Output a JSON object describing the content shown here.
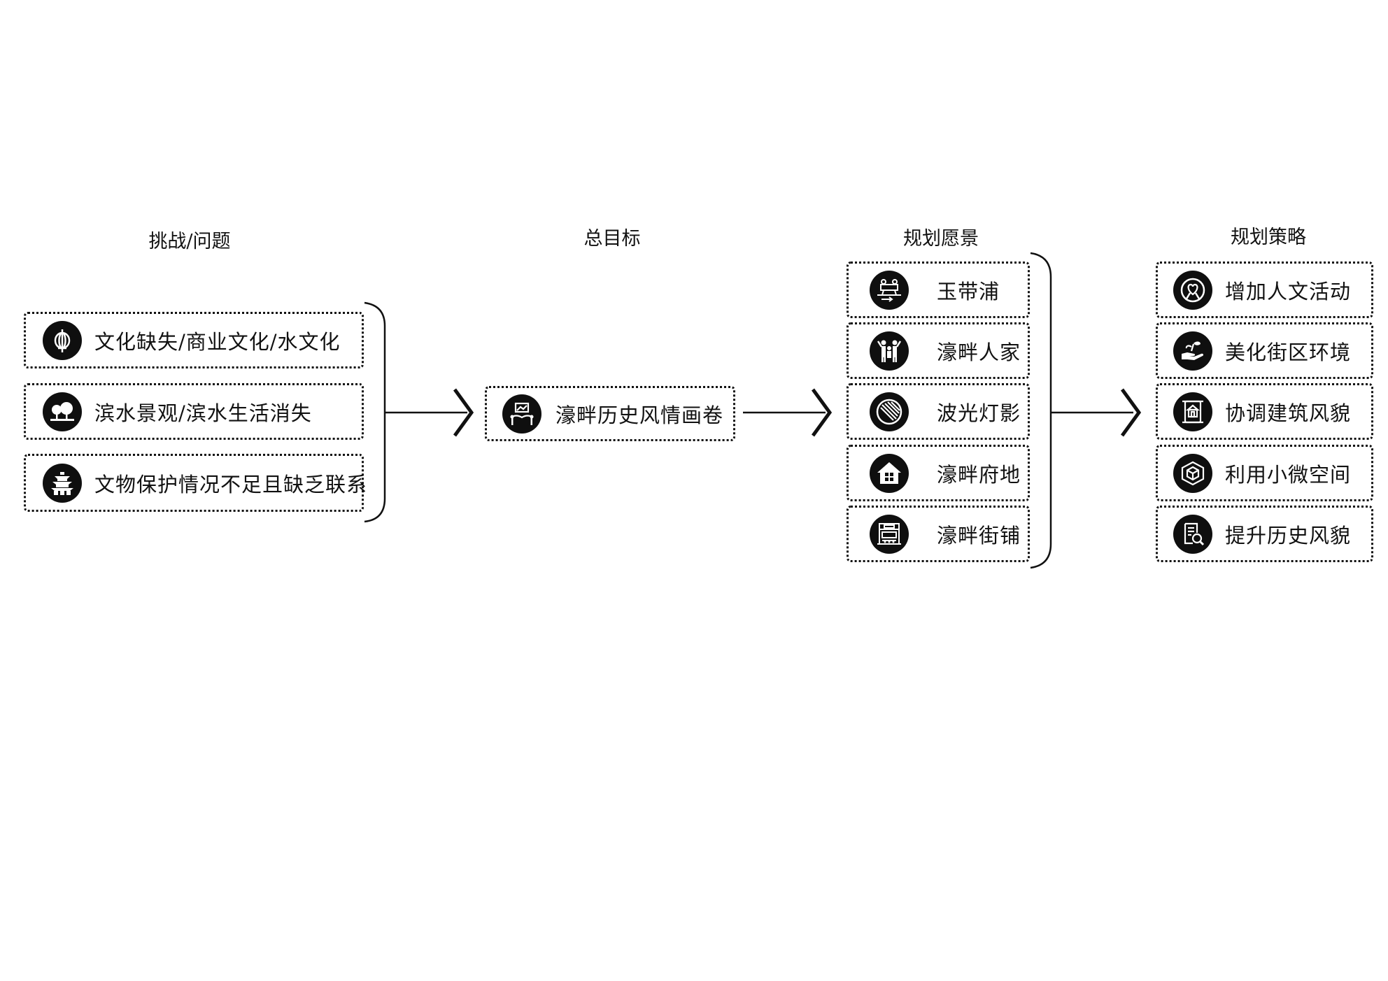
{
  "titles": {
    "challenges": "挑战/问题",
    "goal": "总目标",
    "vision": "规划愿景",
    "strategy": "规划策略"
  },
  "challenges": [
    {
      "label": "文化缺失/商业文化/水文化",
      "icon": "lantern-icon"
    },
    {
      "label": "滨水景观/滨水生活消失",
      "icon": "trees-icon"
    },
    {
      "label": "文物保护情况不足且缺乏联系",
      "icon": "pagoda-icon"
    }
  ],
  "goal": {
    "label": "濠畔历史风情画卷",
    "icon": "gallery-painting-icon"
  },
  "vision": [
    {
      "label": "玉带浦",
      "icon": "people-signpost-icon"
    },
    {
      "label": "濠畔人家",
      "icon": "family-icon"
    },
    {
      "label": "波光灯影",
      "icon": "light-rays-icon"
    },
    {
      "label": "濠畔府地",
      "icon": "house-icon"
    },
    {
      "label": "濠畔街铺",
      "icon": "storefront-icon"
    }
  ],
  "strategy": [
    {
      "label": "增加人文活动",
      "icon": "heart-person-icon"
    },
    {
      "label": "美化街区环境",
      "icon": "hand-plant-icon"
    },
    {
      "label": "协调建筑风貌",
      "icon": "scroll-building-icon"
    },
    {
      "label": "利用小微空间",
      "icon": "cube-icon"
    },
    {
      "label": "提升历史风貌",
      "icon": "document-search-icon"
    }
  ]
}
